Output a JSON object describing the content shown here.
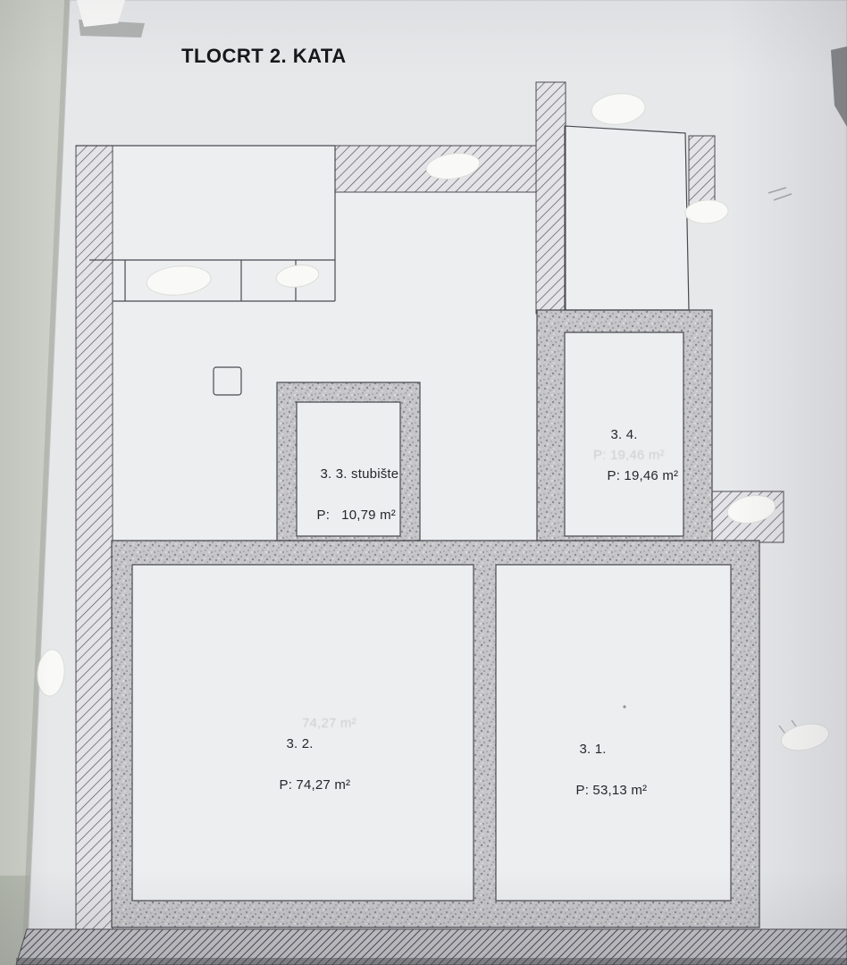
{
  "meta": {
    "title": "TLOCRT 2. KATA"
  },
  "rooms": [
    {
      "id": "stairwell",
      "name": "3. 3. stubište",
      "area": "P:   10,79 m²"
    },
    {
      "id": "room-3-4",
      "name": "3. 4.",
      "area": "P: 19,46 m²",
      "ghost": "P: 19,46 m²"
    },
    {
      "id": "room-3-2",
      "name": "3. 2.",
      "area": "P: 74,27 m²",
      "ghost": "74,27 m²"
    },
    {
      "id": "room-3-1",
      "name": "3. 1.",
      "area": "P: 53,13 m²"
    }
  ]
}
